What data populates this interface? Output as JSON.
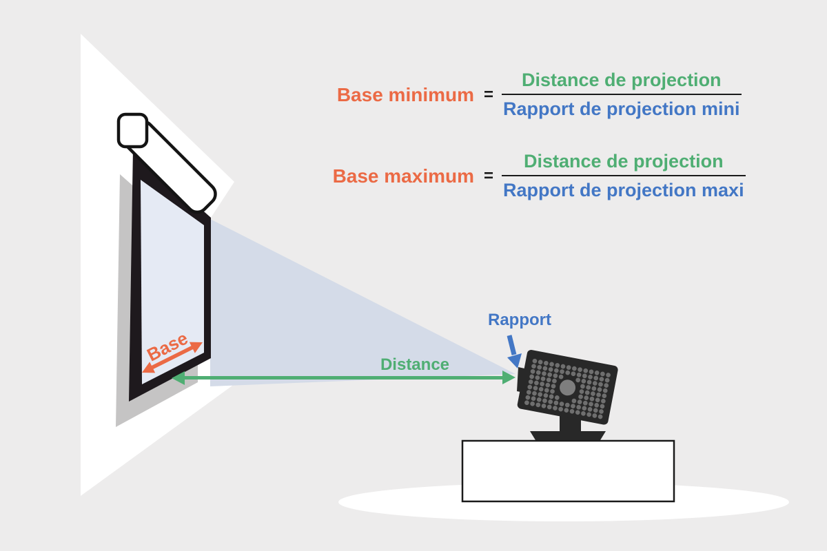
{
  "formulas": [
    {
      "label": "Base minimum",
      "equals": "=",
      "numerator": "Distance de projection",
      "denominator": "Rapport de projection mini"
    },
    {
      "label": "Base maximum",
      "equals": "=",
      "numerator": "Distance de projection",
      "denominator": "Rapport de projection maxi"
    }
  ],
  "diagram_labels": {
    "base": "Base",
    "distance": "Distance",
    "rapport": "Rapport"
  },
  "colors": {
    "background": "#EDECEC",
    "wall": "#FFFFFF",
    "shadow": "#C5C4C4",
    "beam": "#D4DBE8",
    "surface": "#E5EAF4",
    "frame_dark": "#1E191D",
    "projector_dark": "#282828",
    "vent_dot": "#6F6F6F",
    "orange": "#EB6A45",
    "green": "#4FAE73",
    "blue": "#4377C5",
    "equals_dark": "#1A1A1A"
  }
}
